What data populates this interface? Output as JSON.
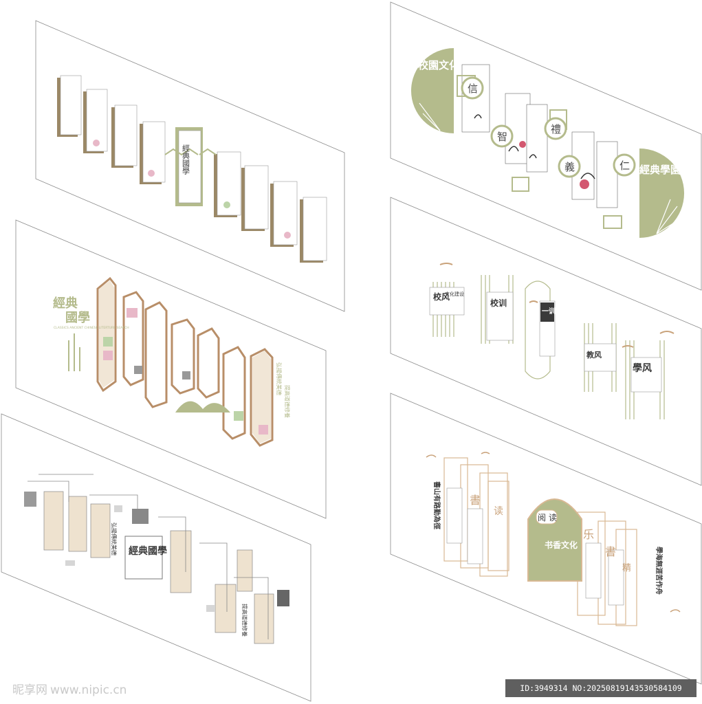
{
  "panel_a": {
    "title": "經典國學"
  },
  "panel_b": {
    "title": "校園文化",
    "subtitle": "經典學園",
    "virtues": [
      "信",
      "智",
      "禮",
      "義",
      "仁"
    ]
  },
  "panel_c": {
    "title_1": "經典",
    "title_2": "國學",
    "english": "CLASSICS ANCIENT CHINESE LITERTURE SEARCH",
    "motto_1": "弘揚傳統美德",
    "motto_2": "提高道德修養"
  },
  "panel_d": {
    "sign_1": "校风",
    "sign_2": "校训",
    "sign_3": "一训",
    "sign_4": "教风",
    "sign_5": "學风",
    "sub": "文化建设"
  },
  "panel_e": {
    "title": "經典國學",
    "motto_1": "弘揚傳統美德",
    "motto_2": "提高道德修養"
  },
  "panel_f": {
    "left_verse": "書山有路勤為徑",
    "right_verse": "學海無涯苦作舟",
    "center_1": "阅",
    "center_2": "读",
    "center_title": "书香文化",
    "chars": [
      "書",
      "读",
      "乐",
      "書",
      "精"
    ]
  },
  "watermark": {
    "brand": "昵享网",
    "url": "www.nipic.cn"
  },
  "id_bar": {
    "text": "ID:3949314 NO:20250819143530584109"
  },
  "colors": {
    "sage": "#b4bb8c",
    "bronze": "#9b8866",
    "tan": "#c9a27a",
    "beige": "#eee2cf",
    "gray": "#888888"
  }
}
